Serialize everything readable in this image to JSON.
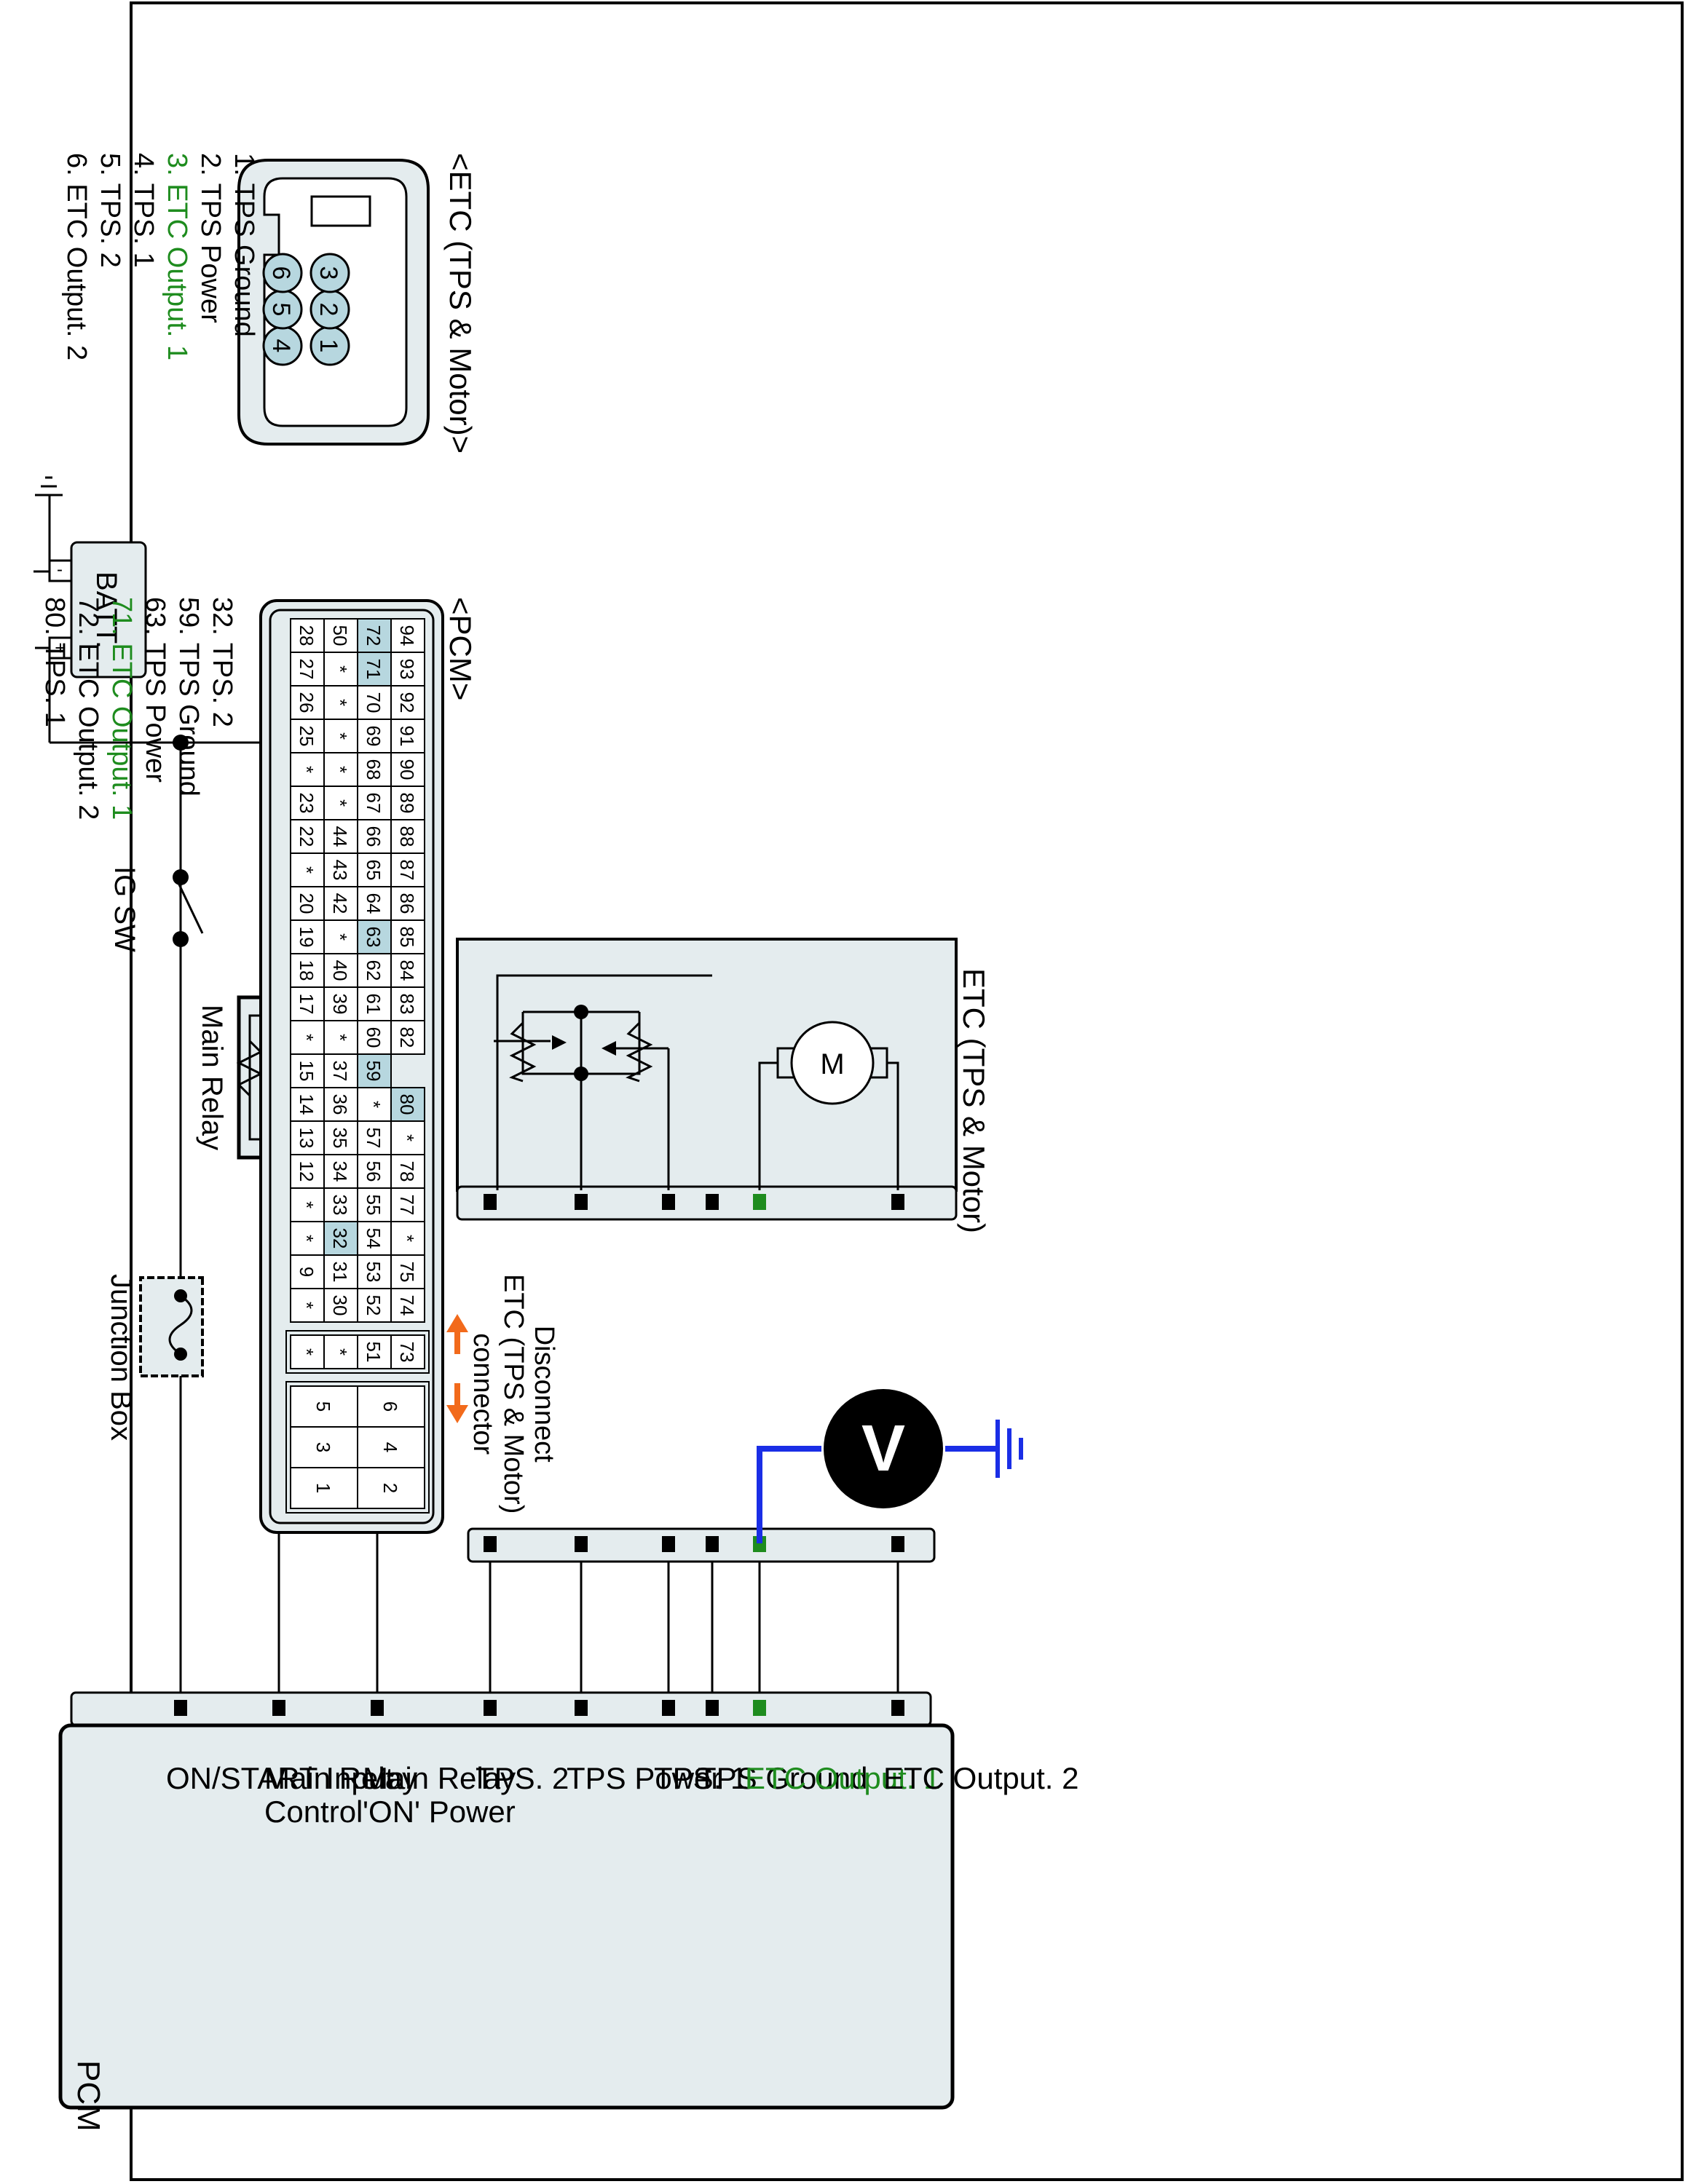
{
  "etc_connector": {
    "title": "<ETC (TPS & Motor)>",
    "pins": [
      {
        "num": "1",
        "text": "1. TPS Ground",
        "highlight": false
      },
      {
        "num": "2",
        "text": "2. TPS Power",
        "highlight": false
      },
      {
        "num": "3",
        "text": "3. ETC Output. 1",
        "highlight": true
      },
      {
        "num": "4",
        "text": "4. TPS. 1",
        "highlight": false
      },
      {
        "num": "5",
        "text": "5. TPS. 2",
        "highlight": false
      },
      {
        "num": "6",
        "text": "6. ETC Output. 2",
        "highlight": false
      }
    ]
  },
  "pcm_connector": {
    "title": "<PCM>",
    "pins": [
      {
        "text": "32. TPS. 2",
        "highlight": false
      },
      {
        "text": "59. TPS Ground",
        "highlight": false
      },
      {
        "text": "63. TPS Power",
        "highlight": false
      },
      {
        "text": "71. ETC Output. 1",
        "highlight": true
      },
      {
        "text": "72. ETC Output. 2",
        "highlight": false
      },
      {
        "text": "80. TPS. 1",
        "highlight": false
      }
    ],
    "grid": {
      "upper": [
        [
          "94",
          "93",
          "92",
          "91",
          "90",
          "89",
          "88",
          "87",
          "86",
          "85",
          "84",
          "83",
          "82",
          "*",
          "*",
          "78",
          "77",
          "*",
          "75",
          "74"
        ],
        [
          "72",
          "71",
          "70",
          "69",
          "68",
          "67",
          "66",
          "65",
          "64",
          "63",
          "62",
          "61",
          "60",
          "59",
          "*",
          "57",
          "56",
          "55",
          "54",
          "53",
          "52"
        ],
        [
          "50",
          "*",
          "*",
          "*",
          "*",
          "*",
          "44",
          "43",
          "42",
          "*",
          "40",
          "39",
          "*",
          "37",
          "36",
          "35",
          "34",
          "33",
          "32",
          "31",
          "30"
        ],
        [
          "28",
          "27",
          "26",
          "25",
          "*",
          "23",
          "22",
          "*",
          "20",
          "19",
          "18",
          "17",
          "*",
          "15",
          "14",
          "13",
          "12",
          "*",
          "*",
          "9",
          "*"
        ]
      ],
      "upper_shaded": [
        "72",
        "71",
        "63",
        "59",
        "80",
        "32"
      ],
      "extra_80": "80",
      "side_block": [
        [
          "73",
          "51",
          "*",
          "*"
        ]
      ],
      "small_block": [
        [
          "6",
          "5"
        ],
        [
          "4",
          "3"
        ],
        [
          "2",
          "1"
        ]
      ]
    }
  },
  "components": {
    "battery": "BATT.",
    "battery_plus": "+",
    "battery_minus": "-",
    "ig_switch": "IG SW",
    "main_relay": "Main Relay",
    "junction_box": "Junction Box",
    "etc_module": "ETC (TPS & Motor)",
    "motor": "M",
    "voltmeter": "V",
    "disconnect_note": [
      "Disconnect",
      "ETC (TPS & Motor)",
      "connector"
    ],
    "pcm": "PCM"
  },
  "pcm_inputs": [
    {
      "text": [
        "ON/START Input"
      ],
      "highlight": false
    },
    {
      "text": [
        "Main Relay",
        "Control"
      ],
      "highlight": false
    },
    {
      "text": [
        "Main Relay",
        "'ON' Power"
      ],
      "highlight": false
    },
    {
      "text": [
        "TPS. 2"
      ],
      "highlight": false
    },
    {
      "text": [
        "TPS Power"
      ],
      "highlight": false
    },
    {
      "text": [
        "TPS. 1"
      ],
      "highlight": false
    },
    {
      "text": [
        "TPS Ground"
      ],
      "highlight": false
    },
    {
      "text": [
        "ETC Output. 1"
      ],
      "highlight": true
    },
    {
      "text": [
        "ETC Output. 2"
      ],
      "highlight": false
    }
  ],
  "colors": {
    "highlight_green": "#1e8c1e",
    "probe_blue": "#1a2ee6",
    "arrow_orange": "#f26a1b",
    "pin_shade": "#b7d7df",
    "panel_fill": "#e4ecee"
  }
}
